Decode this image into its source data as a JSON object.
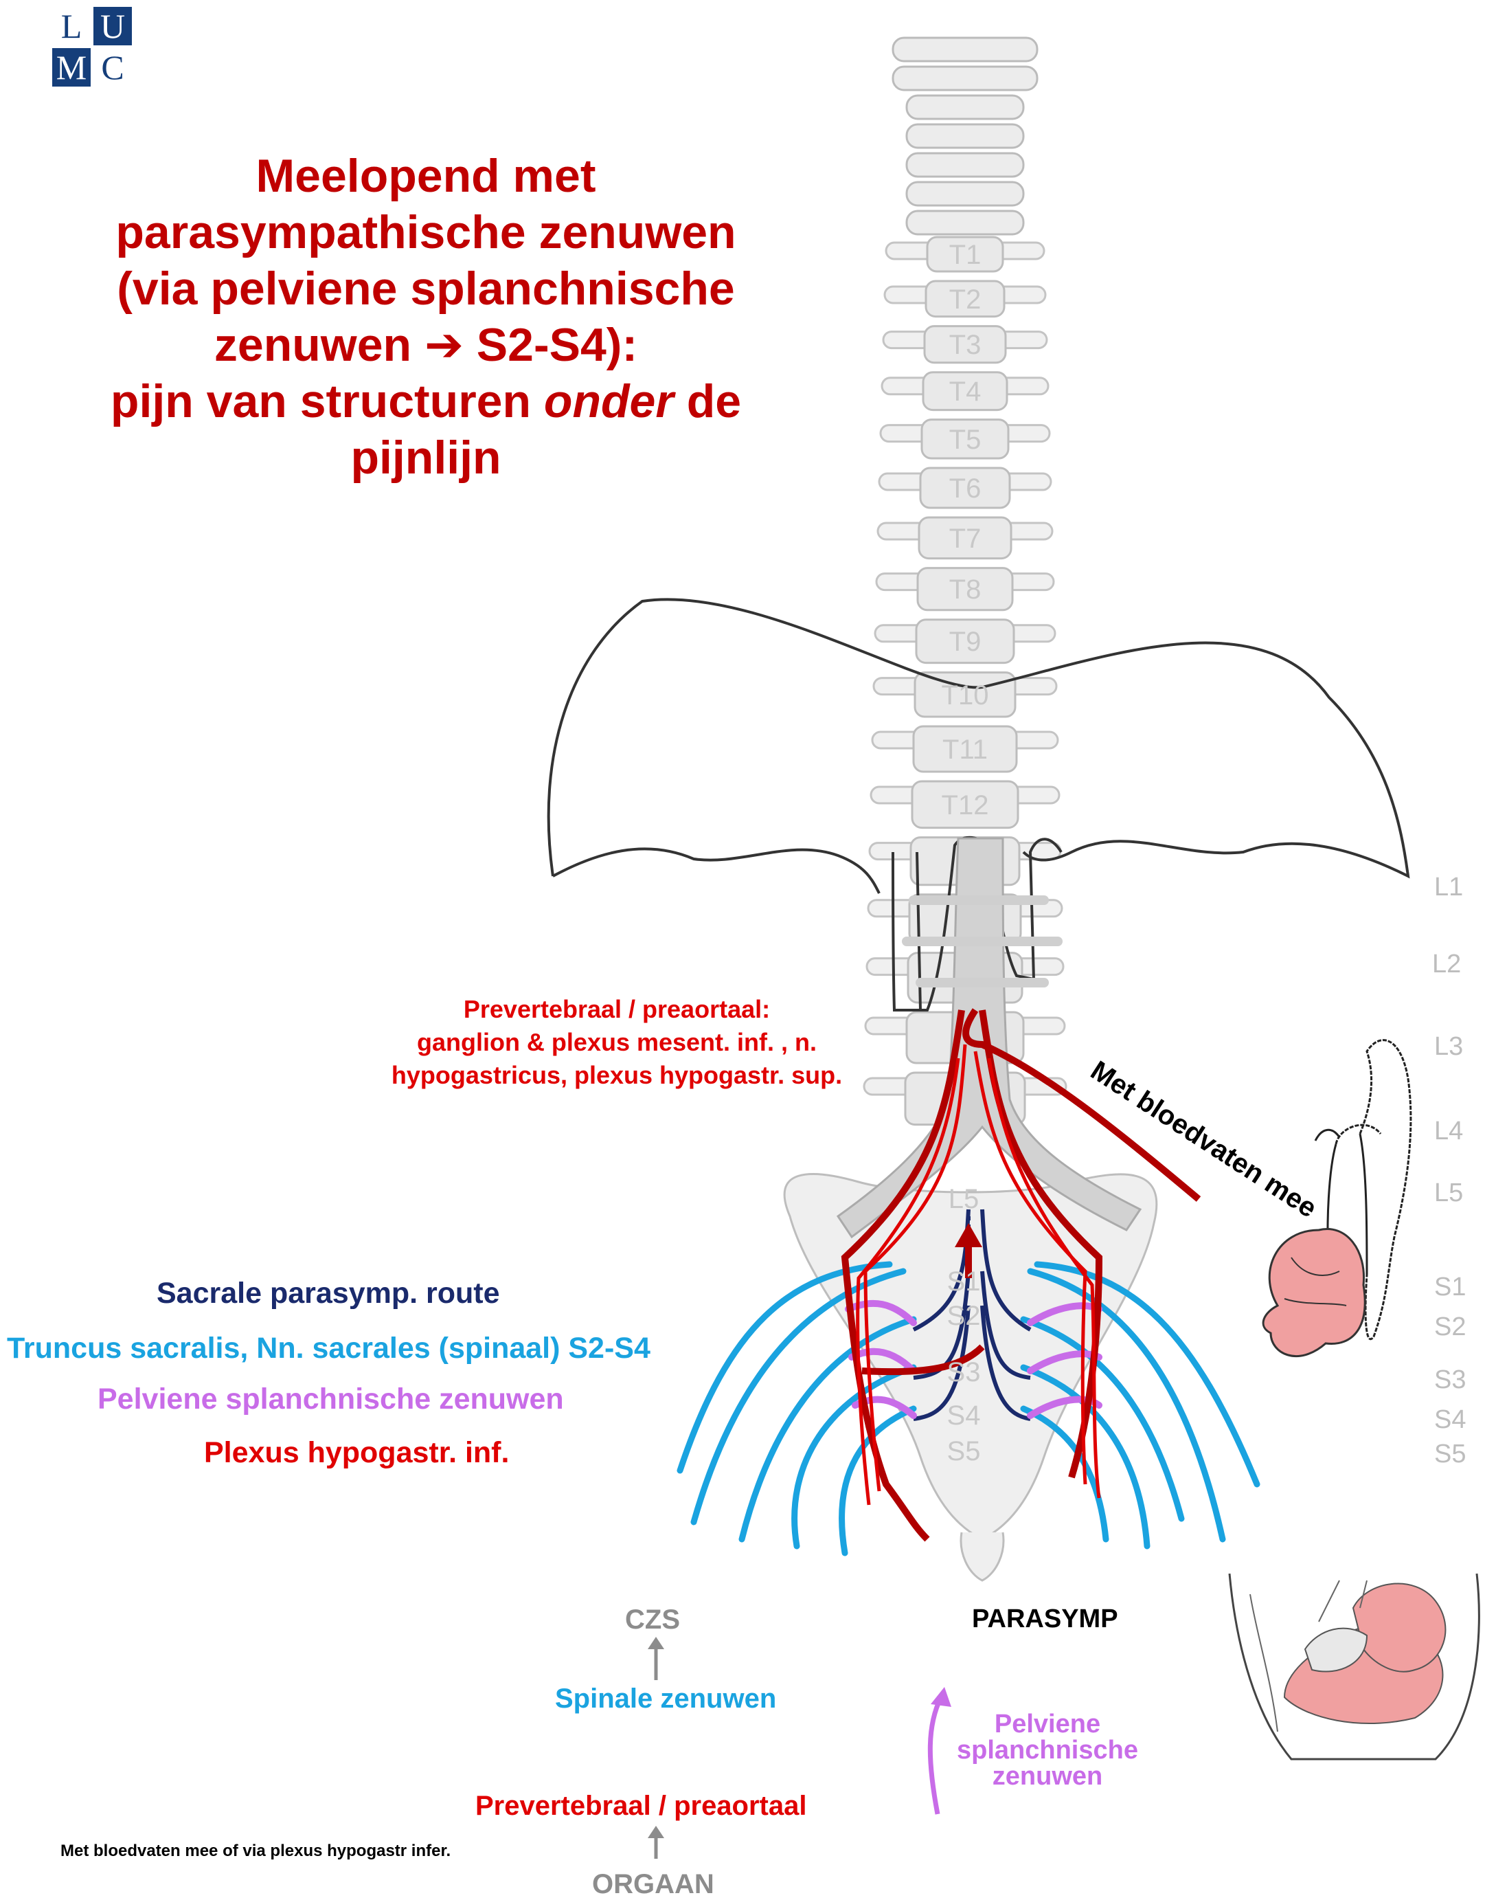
{
  "logo": {
    "letters": [
      "L",
      "U",
      "M",
      "C"
    ]
  },
  "title": {
    "lines": [
      "Meelopend met",
      "parasympathische zenuwen",
      "(via pelviene splanchnische",
      "zenuwen ➔ S2-S4):"
    ],
    "line5_prefix": "pijn van structuren ",
    "line5_italic": "onder",
    "line5_suffix": " de",
    "line6": "pijnlijn"
  },
  "vertebra_labels": [
    "T1",
    "T2",
    "T3",
    "T4",
    "T5",
    "T6",
    "T7",
    "T8",
    "T9",
    "T10",
    "T11",
    "T12",
    "L5",
    "S1",
    "S2",
    "S3",
    "S4",
    "S5"
  ],
  "segment_labels": [
    "L1",
    "L2",
    "L3",
    "L4",
    "L5",
    "S1",
    "S2",
    "S3",
    "S4",
    "S5"
  ],
  "prevertebral_label": {
    "line1": "Prevertebraal / preaortaal:",
    "line2": "ganglion & plexus mesent. inf. , n.",
    "line3": "hypogastricus, plexus hypogastr. sup."
  },
  "vessel_label": "Met bloedvaten mee",
  "legend": {
    "route": "Sacrale parasymp. route",
    "truncus": "Truncus sacralis, Nn. sacrales (spinaal) S2-S4",
    "pelvic": "Pelviene splanchnische zenuwen",
    "plexus": "Plexus hypogastr. inf."
  },
  "flow": {
    "czs": "CZS",
    "spinal": "Spinale zenuwen",
    "prevertebral": "Prevertebraal / preaortaal",
    "organ": "ORGAAN",
    "parasymp": "PARASYMP",
    "pelvic_1": "Pelviene",
    "pelvic_2": "splanchnische",
    "pelvic_3": "zenuwen"
  },
  "footnote": "Met bloedvaten mee of via plexus hypogastr infer.",
  "colors": {
    "title_red": "#c00000",
    "red": "#e00000",
    "dark_red": "#b00000",
    "navy": "#1a2a6c",
    "cyan": "#1aa3e0",
    "purple": "#c86ce8",
    "grey": "#8c8c8c",
    "logo_blue": "#153e7a",
    "organ_pink": "#f0a0a0"
  }
}
